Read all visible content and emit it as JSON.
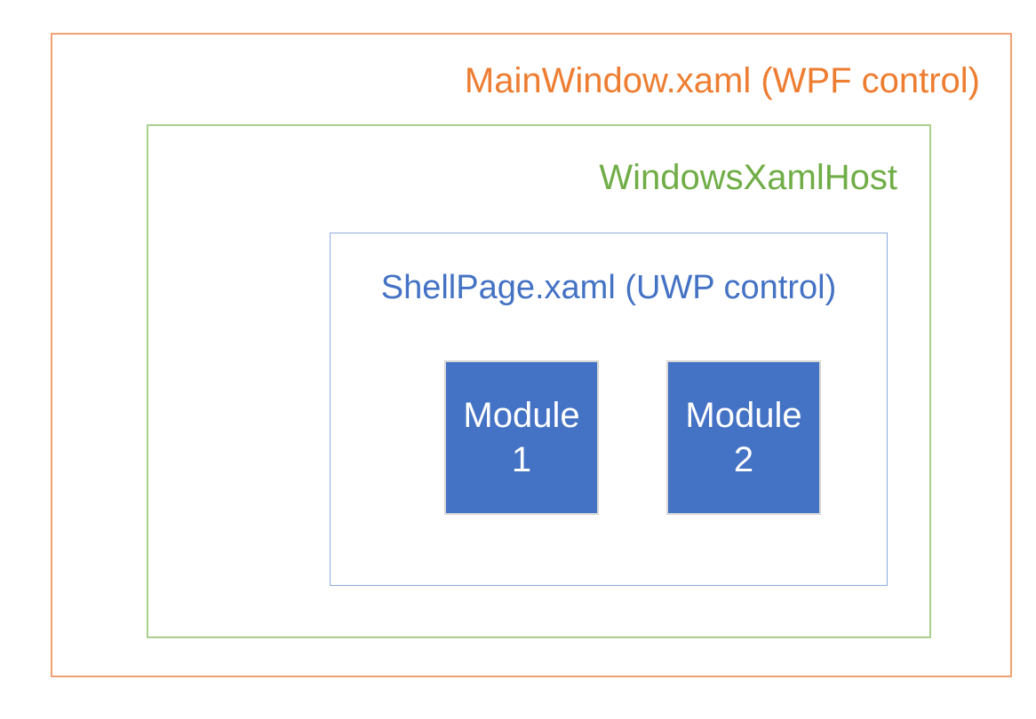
{
  "colors": {
    "background": "#FFFFFF",
    "mainwindow_text": "#ED7D31",
    "mainwindow_border": "#F0A173",
    "xamlhost_text": "#70AD47",
    "xamlhost_border": "#A9D18E",
    "shellpage_text": "#4472C4",
    "shellpage_border": "#8FAADC",
    "module_fill": "#4472C4",
    "module_border": "#D6D6D6",
    "module_text": "#FFFFFF"
  },
  "diagram": {
    "outer_box": {
      "label": "MainWindow.xaml (WPF control)"
    },
    "host_box": {
      "label": "WindowsXamlHost"
    },
    "shell_box": {
      "label": "ShellPage.xaml (UWP control)"
    },
    "modules": [
      {
        "line1": "Module",
        "line2": "1"
      },
      {
        "line1": "Module",
        "line2": "2"
      }
    ]
  }
}
